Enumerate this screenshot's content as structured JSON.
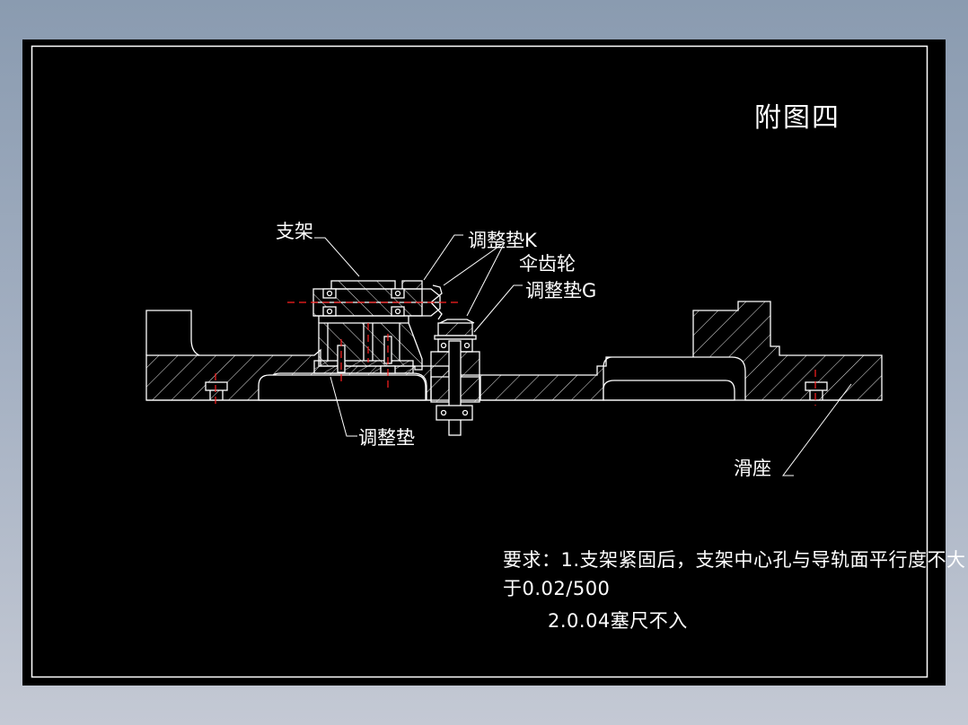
{
  "drawing": {
    "title": "附图四",
    "background_color": "#000000",
    "line_color": "#ffffff",
    "centerline_color": "#ff0000",
    "callouts": {
      "bracket": "支架",
      "shim_k": "调整垫K",
      "bevel_gear": "伞齿轮",
      "shim_g": "调整垫G",
      "shim": "调整垫",
      "slide_base": "滑座"
    },
    "notes": {
      "line1": "要求：1.支架紧固后，支架中心孔与导轨面平行度不大",
      "line2": "于0.02/500",
      "line3": "2.0.04塞尺不入"
    }
  }
}
